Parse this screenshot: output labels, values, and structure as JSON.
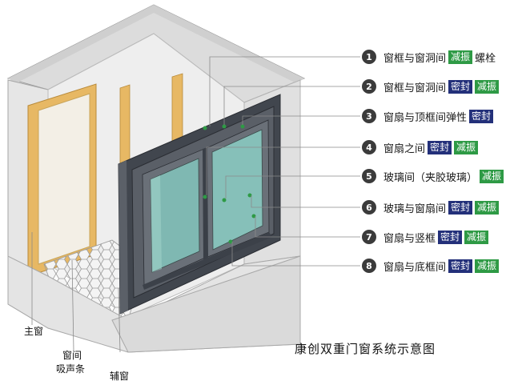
{
  "callouts": [
    {
      "n": "1",
      "text": "窗框与窗洞间",
      "tags": [
        {
          "label": "减振",
          "color": "green"
        }
      ],
      "suffix": "螺栓"
    },
    {
      "n": "2",
      "text": "窗框与窗洞间",
      "tags": [
        {
          "label": "密封",
          "color": "navy"
        },
        {
          "label": "减振",
          "color": "green"
        }
      ],
      "suffix": ""
    },
    {
      "n": "3",
      "text": "窗扇与顶框间弹性",
      "tags": [
        {
          "label": "密封",
          "color": "navy"
        }
      ],
      "suffix": ""
    },
    {
      "n": "4",
      "text": "窗扇之间",
      "tags": [
        {
          "label": "密封",
          "color": "navy"
        },
        {
          "label": "减振",
          "color": "green"
        }
      ],
      "suffix": ""
    },
    {
      "n": "5",
      "text": "玻璃间（夹胶玻璃）",
      "tags": [
        {
          "label": "减振",
          "color": "green"
        }
      ],
      "suffix": ""
    },
    {
      "n": "6",
      "text": "玻璃与窗扇间",
      "tags": [
        {
          "label": "密封",
          "color": "navy"
        },
        {
          "label": "减振",
          "color": "green"
        }
      ],
      "suffix": ""
    },
    {
      "n": "7",
      "text": "窗扇与竖框",
      "tags": [
        {
          "label": "密封",
          "color": "navy"
        },
        {
          "label": "减振",
          "color": "green"
        }
      ],
      "suffix": ""
    },
    {
      "n": "8",
      "text": "窗扇与底框间",
      "tags": [
        {
          "label": "密封",
          "color": "navy"
        },
        {
          "label": "减振",
          "color": "green"
        }
      ],
      "suffix": ""
    }
  ],
  "labels": {
    "main_window": "主窗",
    "absorber_line1": "窗间",
    "absorber_line2": "吸声条",
    "aux_window": "辅窗"
  },
  "caption": "康创双重门窗系统示意图",
  "colors": {
    "green": "#2e9a45",
    "navy": "#23307a",
    "frame": "#4a4f57",
    "wood": "#e7b864"
  }
}
